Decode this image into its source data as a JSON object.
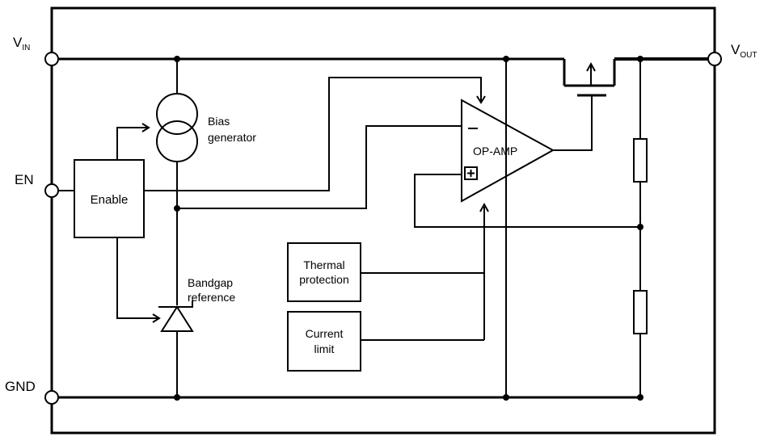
{
  "pins": {
    "vin_main": "V",
    "vin_sub": "IN",
    "vout_main": "V",
    "vout_sub": "OUT",
    "en": "EN",
    "gnd": "GND"
  },
  "blocks": {
    "enable": "Enable",
    "thermal_line1": "Thermal",
    "thermal_line2": "protection",
    "current_line1": "Current",
    "current_line2": "limit",
    "opamp": "OP-AMP",
    "bias_line1": "Bias",
    "bias_line2": "generator",
    "bandgap_line1": "Bandgap",
    "bandgap_line2": "reference"
  },
  "colors": {
    "line": "#000000",
    "background": "#ffffff"
  }
}
